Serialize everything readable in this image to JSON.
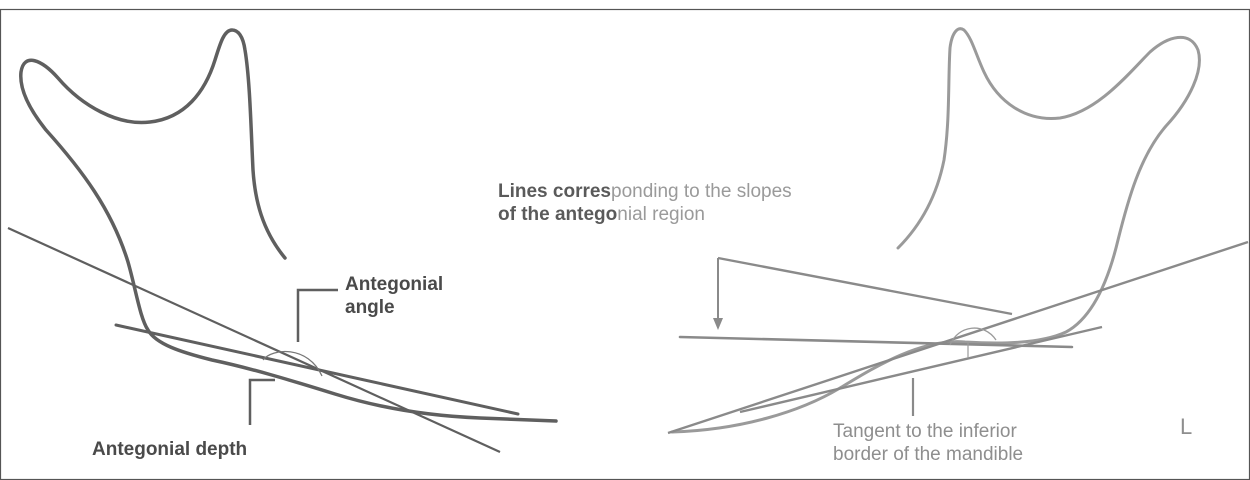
{
  "diagram": {
    "left_panel": {
      "angle_label": [
        "Antegonial",
        "angle"
      ],
      "depth_label": "Antegonial depth"
    },
    "right_panel": {
      "slopes_label": {
        "line1_bold": "Lines corres",
        "line1_light": "ponding to the slopes",
        "line2_bold": "of the antego",
        "line2_light": "nial region"
      },
      "tangent_label": [
        "Tangent to the inferior",
        "border of the mandible"
      ],
      "side_letter": "L"
    },
    "colors": {
      "outline_dark": "#5f5f5f",
      "outline_light": "#9a9a9a",
      "text_dark": "#4a4a4a",
      "text_light": "#8e8e8e",
      "frame": "#555555"
    }
  }
}
